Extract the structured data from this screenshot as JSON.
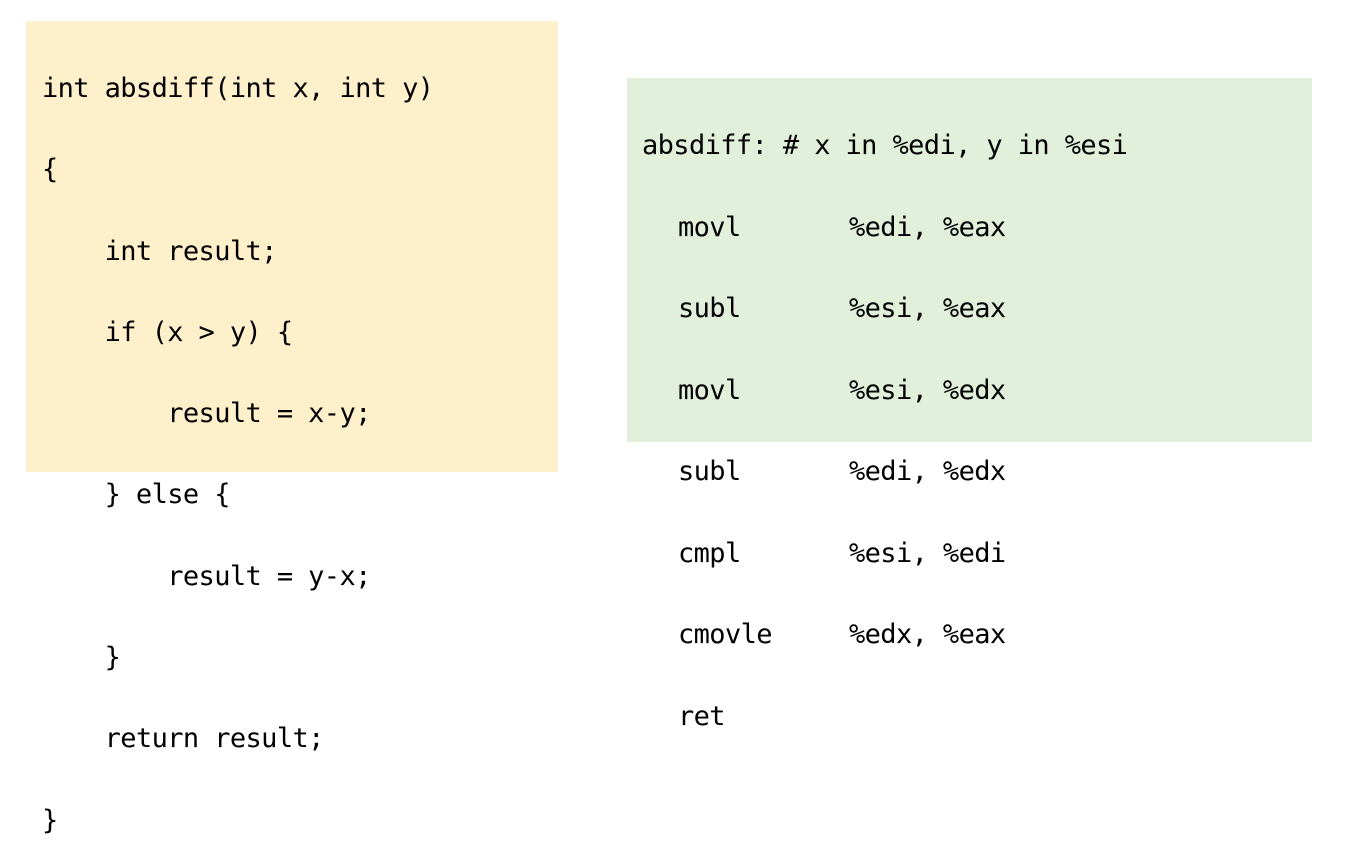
{
  "c_code": {
    "language": "C",
    "background": "#fff0cc",
    "lines": [
      "int absdiff(int x, int y)",
      "{",
      "    int result;",
      "    if (x > y) {",
      "        result = x-y;",
      "    } else {",
      "        result = y-x;",
      "    }",
      "    return result;",
      "}"
    ]
  },
  "asm_code": {
    "language": "x86-64 assembly",
    "background": "#e2efda",
    "header": "absdiff: # x in %edi, y in %esi",
    "instructions": [
      {
        "op": "movl",
        "args": "%edi, %eax"
      },
      {
        "op": "subl",
        "args": "%esi, %eax"
      },
      {
        "op": "movl",
        "args": "%esi, %edx"
      },
      {
        "op": "subl",
        "args": "%edi, %edx"
      },
      {
        "op": "cmpl",
        "args": "%esi, %edi"
      },
      {
        "op": "cmovle",
        "args": "%edx, %eax"
      },
      {
        "op": "ret",
        "args": ""
      }
    ]
  }
}
